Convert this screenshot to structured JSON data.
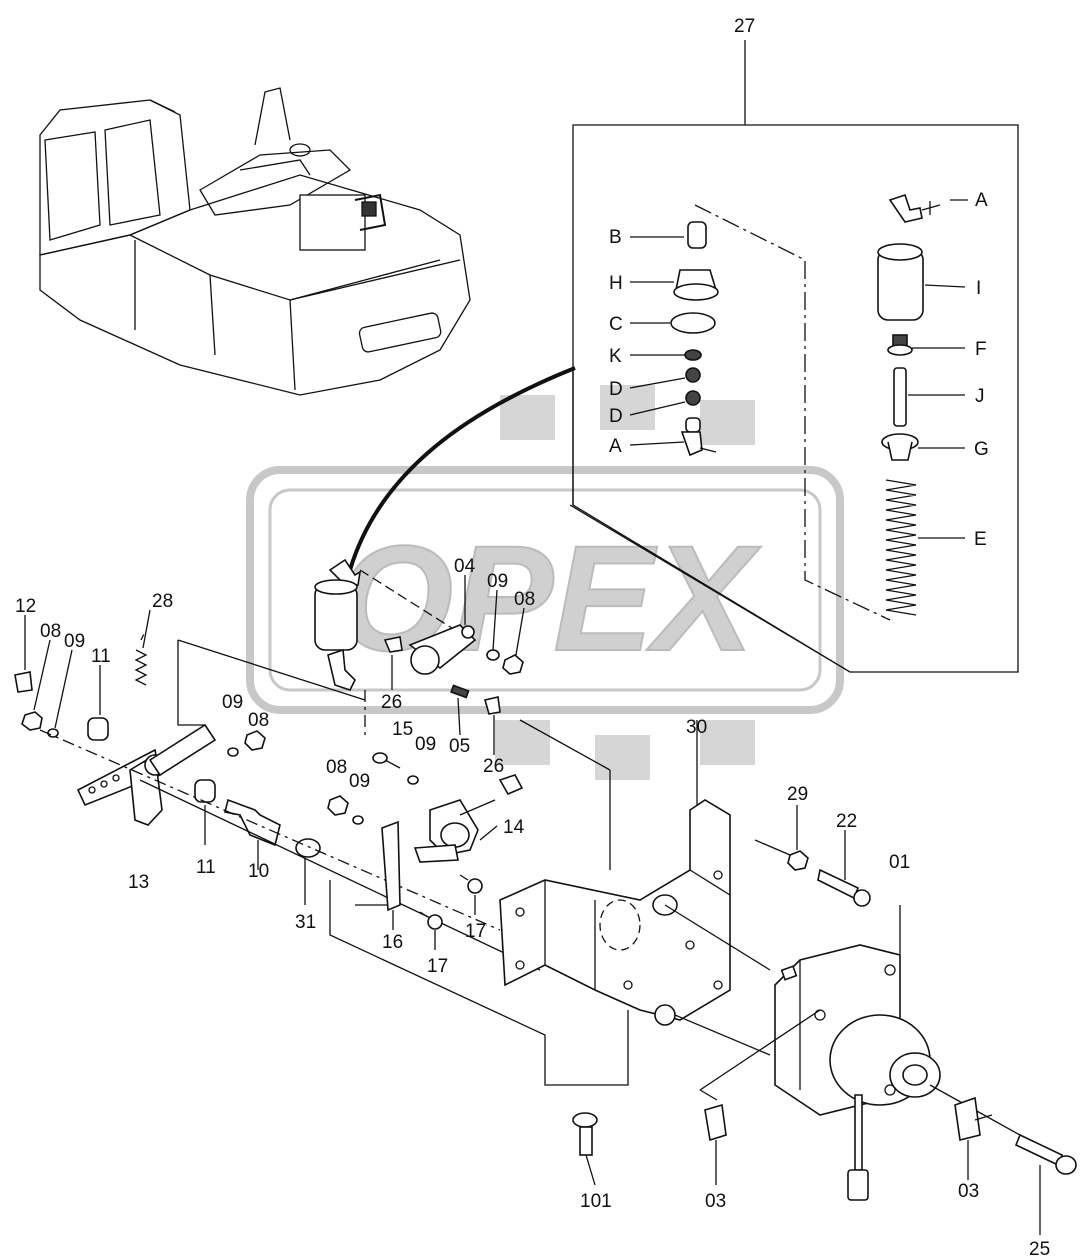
{
  "watermark": {
    "text": "OPEX"
  },
  "labels": {
    "l27": "27",
    "lA1": "A",
    "lB": "B",
    "lH": "H",
    "lI": "I",
    "lC": "C",
    "lF": "F",
    "lK": "K",
    "lJ": "J",
    "lD1": "D",
    "lD2": "D",
    "lA2": "A",
    "lG": "G",
    "lE": "E",
    "l04": "04",
    "l09a": "09",
    "l08a": "08",
    "l12": "12",
    "l08b": "08",
    "l09b": "09",
    "l11a": "11",
    "l28": "28",
    "l26a": "26",
    "l05": "05",
    "l26b": "26",
    "l09c": "09",
    "l08c": "08",
    "l15": "15",
    "l09d": "09",
    "l08d": "08",
    "l09e": "09",
    "l14": "14",
    "l30": "30",
    "l13": "13",
    "l11b": "11",
    "l10": "10",
    "l31": "31",
    "l16": "16",
    "l17a": "17",
    "l17b": "17",
    "l29": "29",
    "l22": "22",
    "l01": "01",
    "l101": "101",
    "l03a": "03",
    "l03b": "03",
    "l25": "25"
  }
}
